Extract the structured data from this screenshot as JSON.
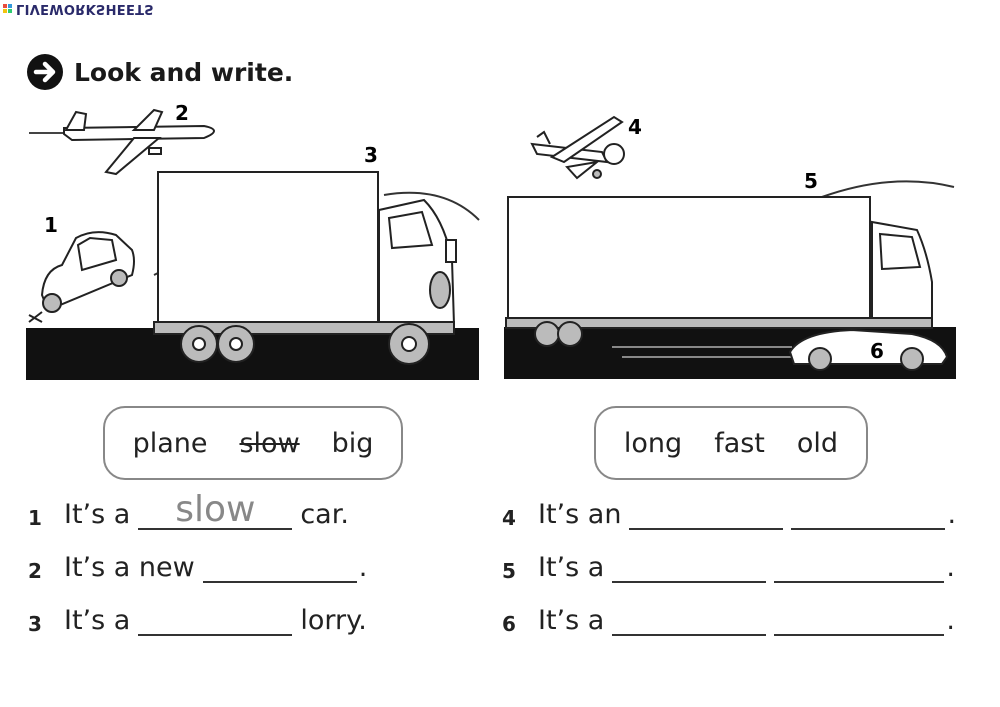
{
  "brand": {
    "name": "LIVEWORKSHEETS"
  },
  "title": "Look and write.",
  "pictures": {
    "labels": [
      "1",
      "2",
      "3",
      "4",
      "5",
      "6"
    ]
  },
  "word_boxes": [
    {
      "words": [
        "plane",
        "slow",
        "big"
      ],
      "crossed": [
        false,
        true,
        false
      ]
    },
    {
      "words": [
        "long",
        "fast",
        "old"
      ],
      "crossed": [
        false,
        false,
        false
      ]
    }
  ],
  "sentences": [
    {
      "num": "1",
      "before": "It’s a",
      "answer": "slow",
      "after": "car."
    },
    {
      "num": "2",
      "before": "It’s a new",
      "answer": "",
      "after": "."
    },
    {
      "num": "3",
      "before": "It’s a",
      "answer": "",
      "after": "lorry."
    },
    {
      "num": "4",
      "before": "It’s an",
      "answer": "",
      "answer2": "",
      "after": "."
    },
    {
      "num": "5",
      "before": "It’s a",
      "answer": "",
      "answer2": "",
      "after": "."
    },
    {
      "num": "6",
      "before": "It’s a",
      "answer": "",
      "answer2": "",
      "after": "."
    }
  ]
}
